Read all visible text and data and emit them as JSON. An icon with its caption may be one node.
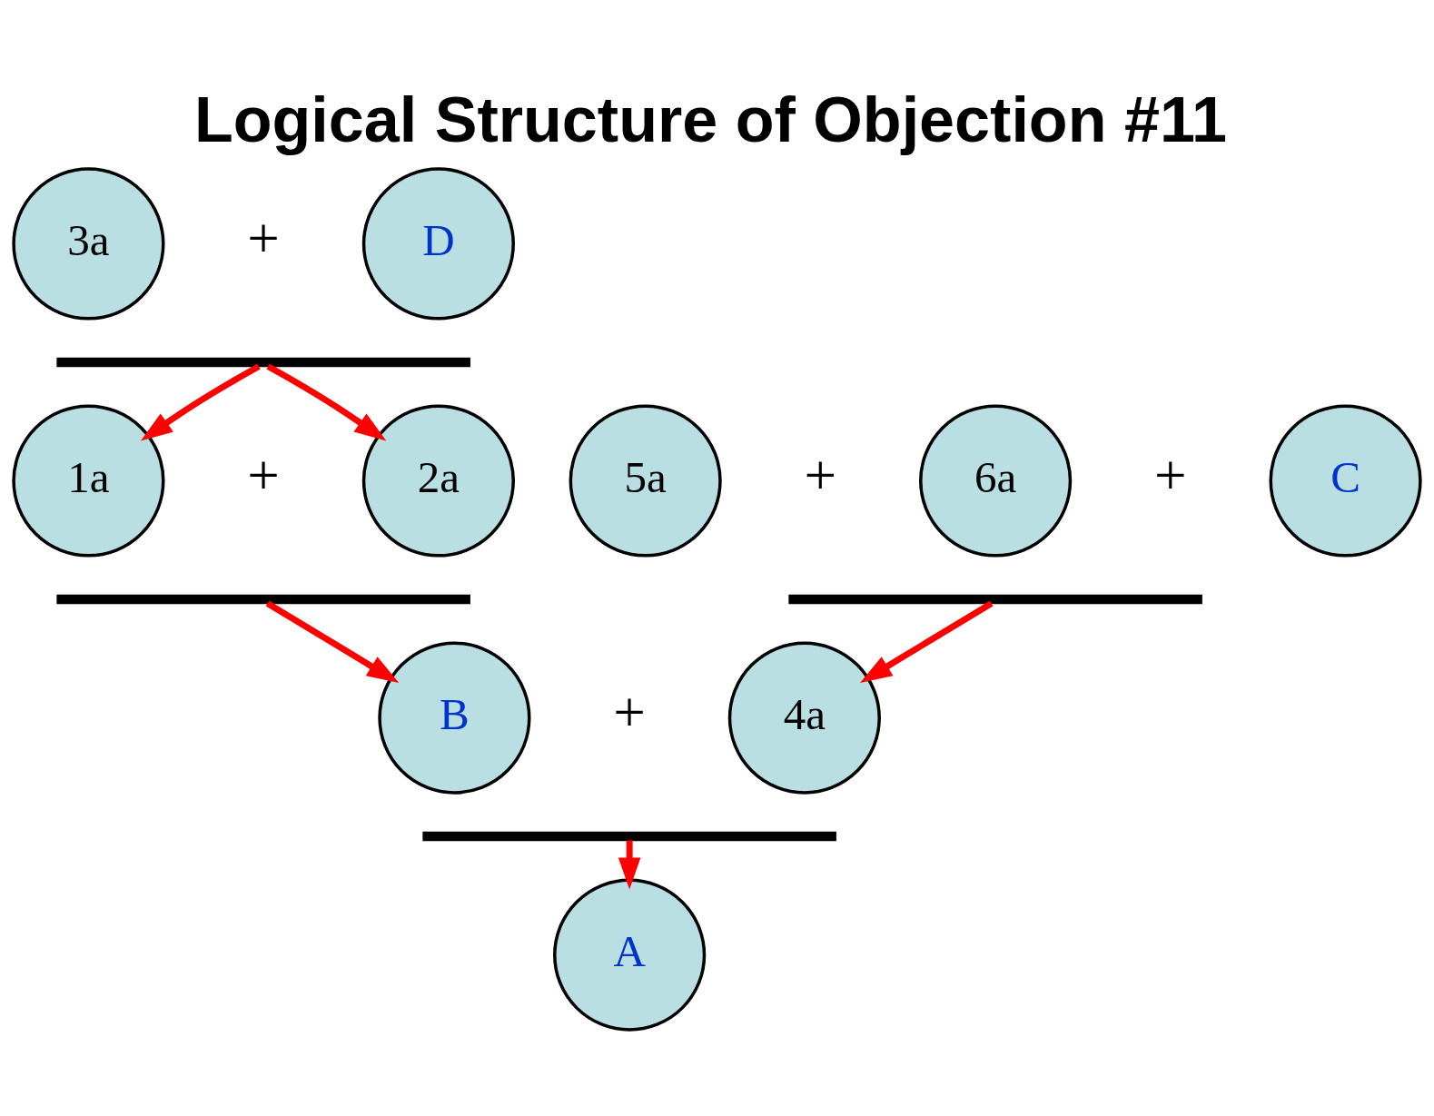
{
  "diagram": {
    "title": "Logical Structure of Objection #11",
    "nodes": [
      {
        "text": [
          "3a"
        ]
      },
      {
        "text": [
          "D"
        ]
      },
      {
        "text": [],
        "shape": "bar"
      },
      {
        "text": [
          "1a"
        ]
      },
      {
        "text": [
          "2a"
        ]
      },
      {
        "text": [],
        "shape": "bar"
      },
      {
        "text": [
          "5a"
        ]
      },
      {
        "text": [
          "6a"
        ]
      },
      {
        "text": [
          "C"
        ]
      },
      {
        "text": [],
        "shape": "bar"
      },
      {
        "text": [
          "B"
        ]
      },
      {
        "text": [
          "4a"
        ]
      },
      {
        "text": [],
        "shape": "bar"
      },
      {
        "text": [
          "A"
        ]
      }
    ],
    "edges": [
      {
        "from": 2,
        "to": 3,
        "arrow": "to"
      },
      {
        "from": 2,
        "to": 4,
        "arrow": "to"
      },
      {
        "from": 5,
        "to": 10,
        "arrow": "to"
      },
      {
        "from": 9,
        "to": 11,
        "arrow": "to"
      },
      {
        "from": 12,
        "to": 13,
        "arrow": "to"
      }
    ],
    "labels": [
      "+",
      "+",
      "+",
      "+",
      "+"
    ]
  }
}
